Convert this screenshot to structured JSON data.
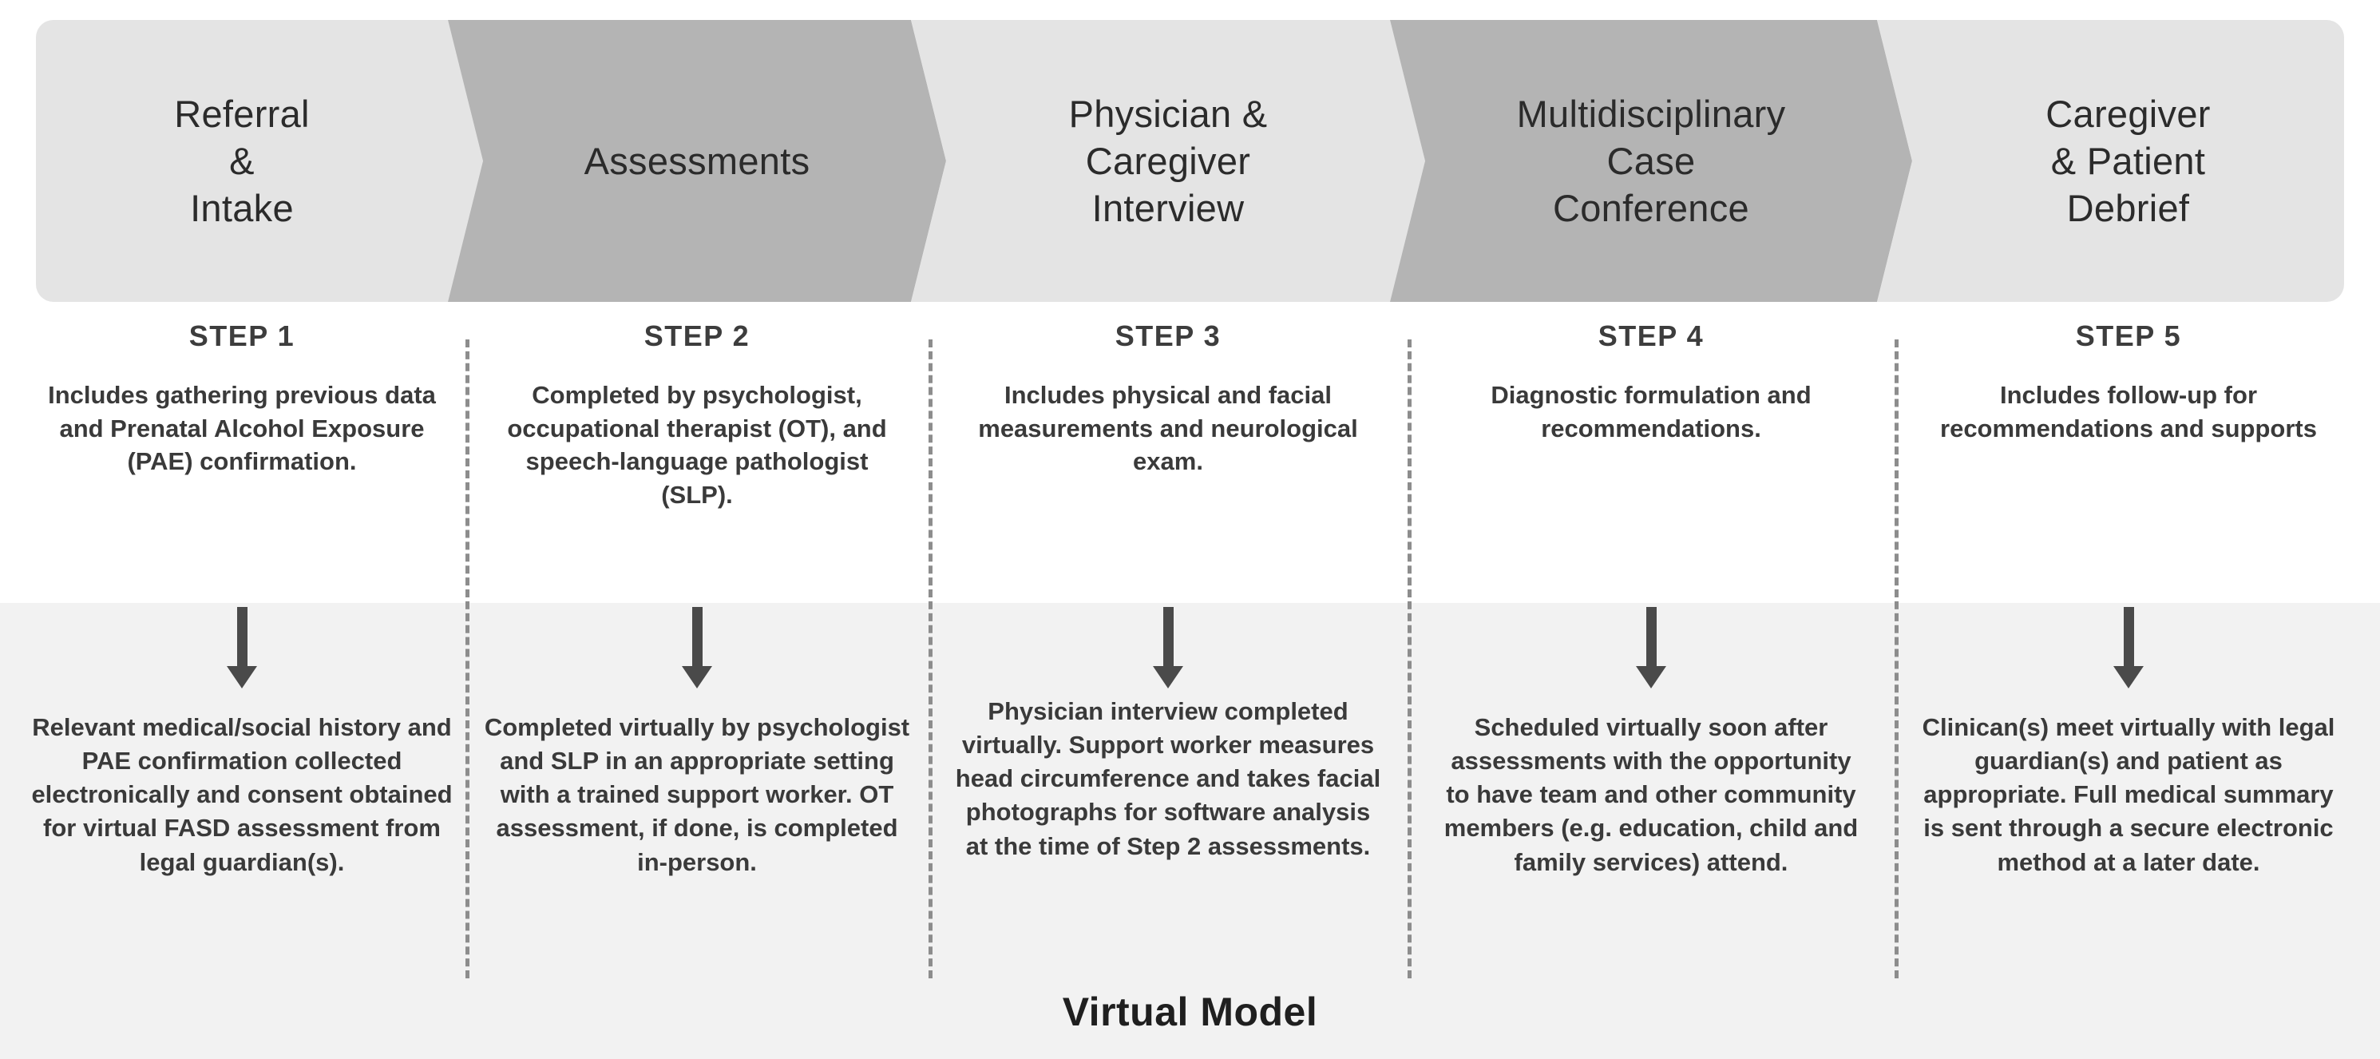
{
  "banner": {
    "stages": [
      {
        "id": "referral-intake",
        "label": "Referral\n&\nIntake",
        "tone": "light"
      },
      {
        "id": "assessments",
        "label": "Assessments",
        "tone": "dark"
      },
      {
        "id": "physician-caregiver-interview",
        "label": "Physician &\nCaregiver\nInterview",
        "tone": "light"
      },
      {
        "id": "multidisciplinary-case-conference",
        "label": "Multidisciplinary\nCase\nConference",
        "tone": "dark"
      },
      {
        "id": "caregiver-patient-debrief",
        "label": "Caregiver\n& Patient\nDebrief",
        "tone": "light"
      }
    ]
  },
  "steps": [
    {
      "label": "STEP 1",
      "description": "Includes gathering previous data and Prenatal Alcohol Exposure (PAE) confirmation.",
      "virtual": "Relevant medical/social history and PAE confirmation collected electronically and consent obtained for virtual FASD assessment from legal guardian(s)."
    },
    {
      "label": "STEP 2",
      "description": "Completed by psychologist, occupational therapist (OT), and speech-language pathologist (SLP).",
      "virtual": "Completed virtually by psychologist and SLP in an appropriate setting with a trained support worker. OT assessment, if done, is completed in-person."
    },
    {
      "label": "STEP 3",
      "description": "Includes physical and facial measurements and neurological exam.",
      "virtual": "Physician interview completed virtually. Support worker measures head circumference and takes facial photographs for software analysis at the time of  Step 2 assessments."
    },
    {
      "label": "STEP 4",
      "description": "Diagnostic formulation and recommendations.",
      "virtual": "Scheduled virtually soon after assessments with the opportunity to have team and other community members (e.g. education, child and family services) attend."
    },
    {
      "label": "STEP 5",
      "description": "Includes follow-up for recommendations and supports",
      "virtual": "Clinican(s) meet virtually with legal guardian(s) and patient as appropriate. Full medical summary is sent through a secure electronic method at a later date."
    }
  ],
  "footer": {
    "title": "Virtual Model"
  },
  "colors": {
    "banner_light": "#e4e4e4",
    "banner_dark": "#b4b4b4",
    "virtual_band": "#f2f2f2",
    "divider": "#8d8d8d",
    "arrow": "#4a4a4a",
    "text": "#3a3a3a"
  }
}
